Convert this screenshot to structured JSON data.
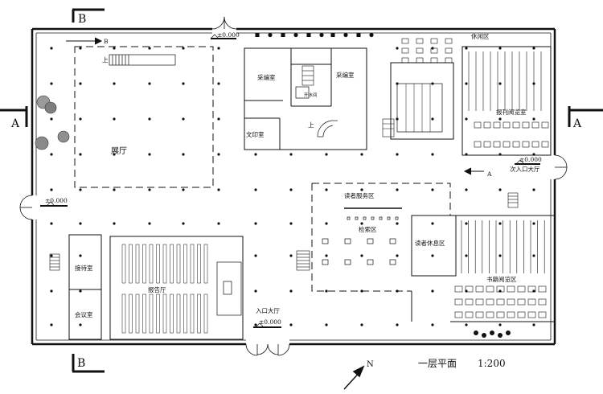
{
  "sections": {
    "b_top": "B",
    "b_bottom": "B",
    "a_left": "A",
    "a_right": "A"
  },
  "arrows": {
    "b_marker": "B",
    "a_marker": "A"
  },
  "rooms": {
    "exhibition_hall": "展厅",
    "editing_room_1": "采编室",
    "editing_room_2": "采编室",
    "copy_room": "文印室",
    "tea_room": "开水间",
    "leisure_area": "休闲区",
    "periodical_reading_room": "报刊阅览室",
    "reader_service_area": "读者服务区",
    "catalog_area": "检索区",
    "reader_lounge": "读者休息区",
    "book_reading_area": "书籍阅览区",
    "reception_room": "接待室",
    "meeting_room": "会议室",
    "lecture_hall": "报告厅"
  },
  "entrances": {
    "main_entrance_hall": "入口大厅",
    "secondary_entrance_hall": "次入口大厅"
  },
  "elevations": {
    "top": "±0.000",
    "left": "±0.000",
    "right": "±0.000",
    "bottom": "±0.000"
  },
  "stair_labels": {
    "stair_up_1": "上",
    "stair_up_2": "上"
  },
  "north": {
    "label": "N"
  },
  "title": {
    "text": "一层平面",
    "scale": "1:200"
  }
}
